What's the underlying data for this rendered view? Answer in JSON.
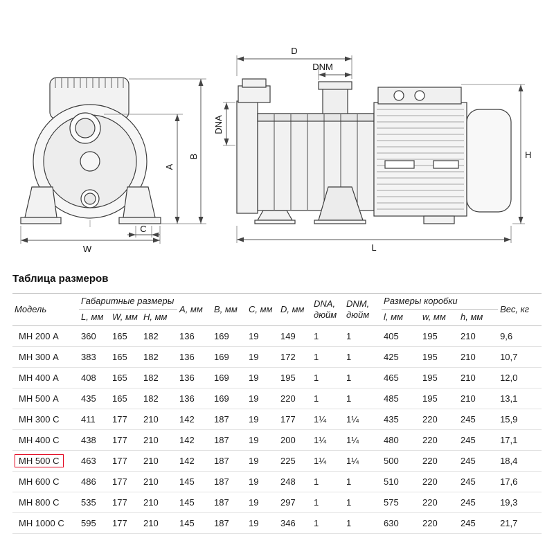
{
  "title": "Таблица размеров",
  "colors": {
    "highlight_box": "#e2001a",
    "drawing_line": "#3c3c3c",
    "dimension_line": "#555555"
  },
  "drawing": {
    "front_labels": {
      "a": "A",
      "b": "B",
      "c": "C",
      "w": "W"
    },
    "side_labels": {
      "d": "D",
      "dnm": "DNM",
      "dna": "DNA",
      "h": "H",
      "l": "L"
    }
  },
  "table": {
    "header": {
      "model": "Модель",
      "overall_group": "Габаритные размеры",
      "sub_L": "L, мм",
      "sub_W": "W, мм",
      "sub_H": "H, мм",
      "col_A": "A, мм",
      "col_B": "B, мм",
      "col_C": "C, мм",
      "col_D": "D, мм",
      "col_DNA_1": "DNA,",
      "col_DNA_2": "дюйм",
      "col_DNM_1": "DNM,",
      "col_DNM_2": "дюйм",
      "box_group": "Размеры коробки",
      "sub_l": "l, мм",
      "sub_w": "w, мм",
      "sub_h": "h, мм",
      "col_weight": "Вес, кг"
    },
    "rows": [
      {
        "model": "МН 200 А",
        "highlight": false,
        "values": [
          "360",
          "165",
          "182",
          "136",
          "169",
          "19",
          "149",
          "1",
          "1",
          "405",
          "195",
          "210",
          "9,6"
        ]
      },
      {
        "model": "МН 300 А",
        "highlight": false,
        "values": [
          "383",
          "165",
          "182",
          "136",
          "169",
          "19",
          "172",
          "1",
          "1",
          "425",
          "195",
          "210",
          "10,7"
        ]
      },
      {
        "model": "МН 400 А",
        "highlight": false,
        "values": [
          "408",
          "165",
          "182",
          "136",
          "169",
          "19",
          "195",
          "1",
          "1",
          "465",
          "195",
          "210",
          "12,0"
        ]
      },
      {
        "model": "МН 500 А",
        "highlight": false,
        "values": [
          "435",
          "165",
          "182",
          "136",
          "169",
          "19",
          "220",
          "1",
          "1",
          "485",
          "195",
          "210",
          "13,1"
        ]
      },
      {
        "model": "МН 300 С",
        "highlight": false,
        "values": [
          "411",
          "177",
          "210",
          "142",
          "187",
          "19",
          "177",
          "1¼",
          "1¼",
          "435",
          "220",
          "245",
          "15,9"
        ]
      },
      {
        "model": "МН 400 С",
        "highlight": false,
        "values": [
          "438",
          "177",
          "210",
          "142",
          "187",
          "19",
          "200",
          "1¼",
          "1¼",
          "480",
          "220",
          "245",
          "17,1"
        ]
      },
      {
        "model": "МН 500 С",
        "highlight": true,
        "values": [
          "463",
          "177",
          "210",
          "142",
          "187",
          "19",
          "225",
          "1¼",
          "1¼",
          "500",
          "220",
          "245",
          "18,4"
        ]
      },
      {
        "model": "МН 600 С",
        "highlight": false,
        "values": [
          "486",
          "177",
          "210",
          "145",
          "187",
          "19",
          "248",
          "1",
          "1",
          "510",
          "220",
          "245",
          "17,6"
        ]
      },
      {
        "model": "МН 800 С",
        "highlight": false,
        "values": [
          "535",
          "177",
          "210",
          "145",
          "187",
          "19",
          "297",
          "1",
          "1",
          "575",
          "220",
          "245",
          "19,3"
        ]
      },
      {
        "model": "МН 1000 С",
        "highlight": false,
        "values": [
          "595",
          "177",
          "210",
          "145",
          "187",
          "19",
          "346",
          "1",
          "1",
          "630",
          "220",
          "245",
          "21,7"
        ]
      }
    ]
  }
}
